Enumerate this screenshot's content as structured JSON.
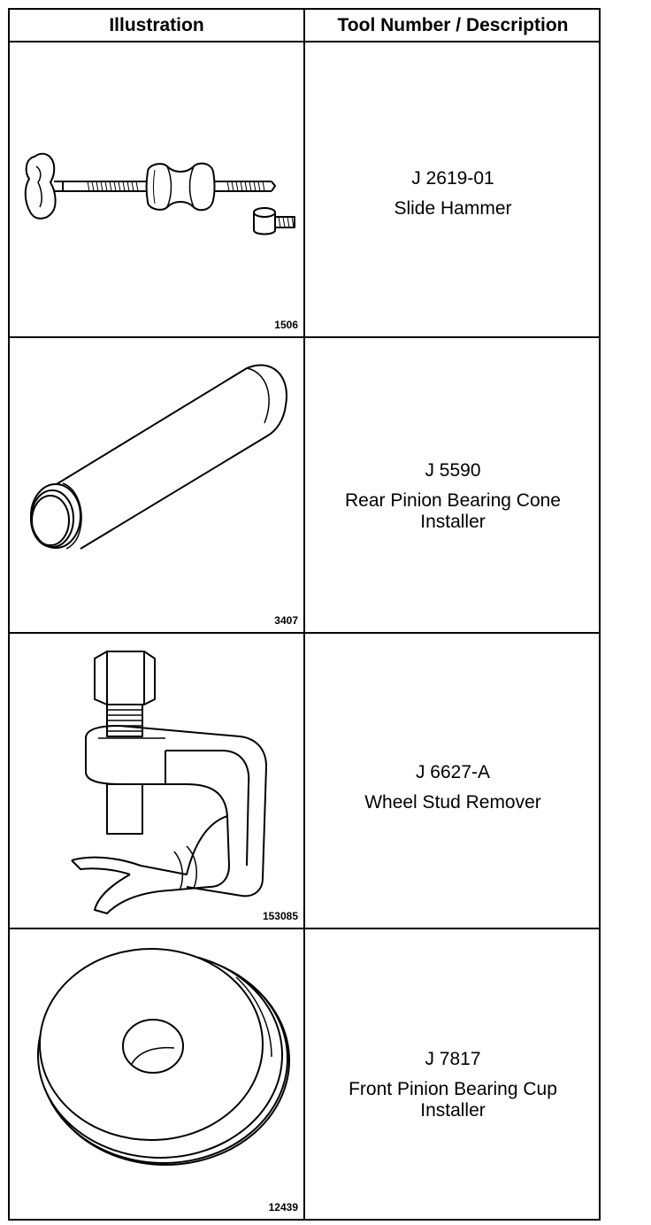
{
  "header": {
    "illustration": "Illustration",
    "tool": "Tool Number / Description"
  },
  "rows": [
    {
      "figure": "1506",
      "number": "J 2619-01",
      "description": [
        "Slide Hammer"
      ],
      "icon": "slide-hammer-icon"
    },
    {
      "figure": "3407",
      "number": "J 5590",
      "description": [
        "Rear Pinion Bearing Cone",
        "Installer"
      ],
      "icon": "bearing-cone-installer-icon"
    },
    {
      "figure": "153085",
      "number": "J 6627-A",
      "description": [
        "Wheel Stud Remover"
      ],
      "icon": "wheel-stud-remover-icon"
    },
    {
      "figure": "12439",
      "number": "J 7817",
      "description": [
        "Front Pinion Bearing Cup",
        "Installer"
      ],
      "icon": "bearing-cup-installer-icon"
    }
  ]
}
